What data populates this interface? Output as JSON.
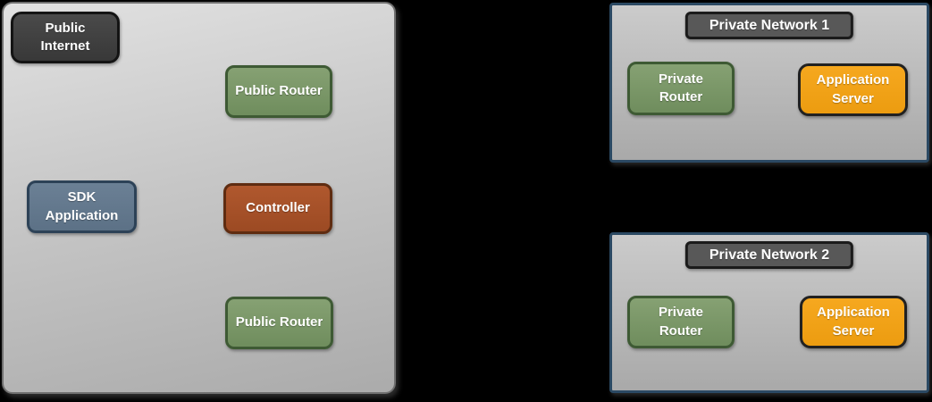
{
  "diagram": {
    "public_cloud": {
      "nodes": {
        "public_internet": "Public Internet",
        "public_router_top": "Public Router",
        "sdk_application": "SDK Application",
        "controller": "Controller",
        "public_router_bottom": "Public Router"
      }
    },
    "private_network_1": {
      "title": "Private Network 1",
      "nodes": {
        "private_router": "Private Router",
        "application_server": "Application Server"
      }
    },
    "private_network_2": {
      "title": "Private Network 2",
      "nodes": {
        "private_router": "Private Router",
        "application_server": "Application Server"
      }
    }
  },
  "colors": {
    "canvas_background": "#000000",
    "container_fill_top": "#dcdcdc",
    "container_fill_bottom": "#ababab",
    "public_cloud_border": "#6f6f6f",
    "private_network_border": "#2b4963",
    "dark_node_fill": "#404040",
    "network_label_fill": "#585858",
    "green_node_fill": "#7b9769",
    "green_node_border": "#3e5a34",
    "blue_node_fill": "#64798e",
    "blue_node_border": "#2d4257",
    "rust_node_fill": "#a9512b",
    "rust_node_border": "#5f2c11",
    "orange_node_fill": "#f2a319",
    "orange_node_border": "#212121",
    "node_text": "#ffffff"
  }
}
